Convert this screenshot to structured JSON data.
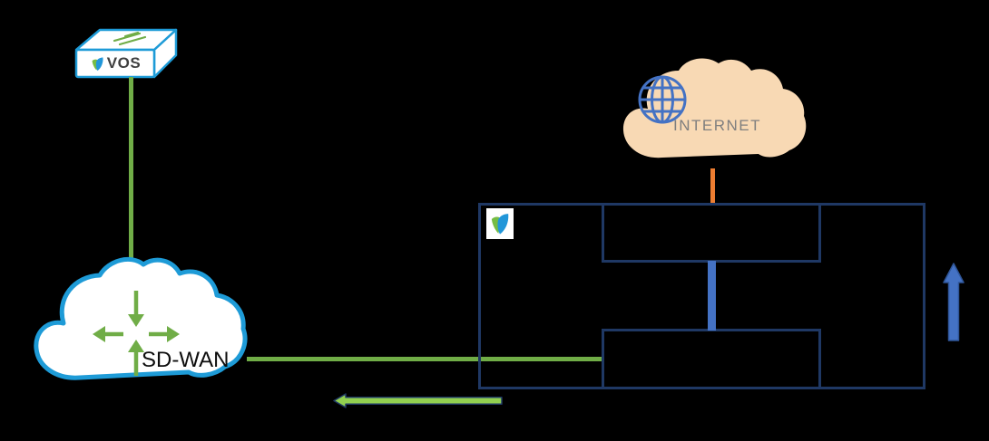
{
  "nodes": {
    "vos": {
      "label": "VOS",
      "icon": "versa-logo-icon",
      "shape": "3d-box",
      "outline_color": "#1E9BD7"
    },
    "sdwan": {
      "label": "SD-WAN",
      "icon": "router-arrows-icon",
      "shape": "cloud",
      "fill": "#FFFFFF",
      "outline_color": "#1E9BD7"
    },
    "internet": {
      "label": "INTERNET",
      "icon": "globe-icon",
      "shape": "cloud",
      "fill": "#F8D9B4"
    },
    "site_boundary": {
      "label": "",
      "badge_icon": "versa-logo-icon",
      "border_color": "#1F3864"
    },
    "top_inner_box": {
      "label": "",
      "border_color": "#1F3864"
    },
    "bottom_inner_box": {
      "label": "",
      "border_color": "#1F3864"
    }
  },
  "connectors": {
    "vos_to_sdwan": {
      "type": "line",
      "color": "#70AD47"
    },
    "sdwan_to_bottom_box": {
      "type": "line",
      "color": "#70AD47"
    },
    "internet_to_site": {
      "type": "line",
      "color": "#ED7D31"
    },
    "top_box_to_bottom_box": {
      "type": "thick-line",
      "color": "#4472C4"
    },
    "up_flow_arrow": {
      "type": "block-arrow",
      "direction": "up",
      "fill": "#4472C4",
      "stroke": "#2F5597"
    },
    "left_flow_arrow": {
      "type": "block-arrow",
      "direction": "left",
      "fill": "#92D050",
      "stroke": "#1F3864"
    }
  },
  "colors": {
    "background": "#000000",
    "versa_blue": "#1E9BD7",
    "versa_green": "#70AD47",
    "light_green": "#92D050",
    "navy": "#1F3864",
    "connector_blue": "#4472C4",
    "orange": "#ED7D31",
    "cloud_peach": "#F8D9B4",
    "internet_text": "#7F7F7F",
    "vos_text": "#404040"
  },
  "icons": {
    "versa_logo": "green and blue V check-mark",
    "globe": "blue wireframe globe",
    "router_arrows": "four green arrows down/left/right/up"
  }
}
